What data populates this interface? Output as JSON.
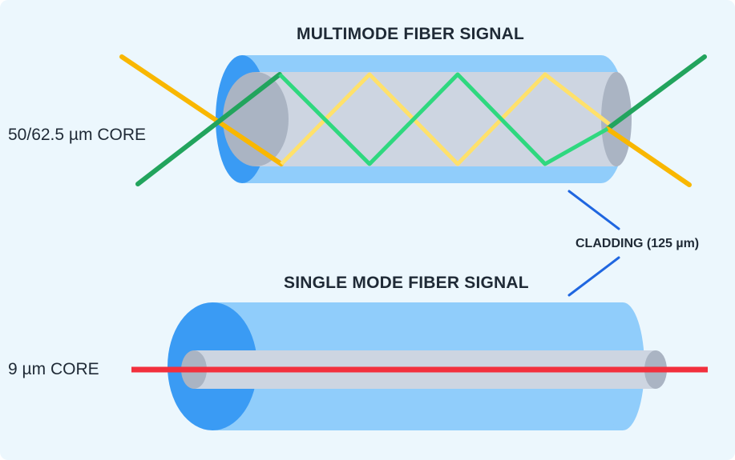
{
  "multimode": {
    "title": "MULTIMODE FIBER SIGNAL",
    "core_label": "50/62.5 µm CORE"
  },
  "singlemode": {
    "title": "SINGLE MODE FIBER SIGNAL",
    "core_label": "9 µm CORE"
  },
  "cladding_label": "CLADDING (125 µm)",
  "colors": {
    "background": "#ecf7fd",
    "cladding_fill": "#90cdfb",
    "cladding_end": "#3a9bf4",
    "core_fill": "#cdd5e1",
    "core_end": "#aab4c3",
    "ray_yellow": "#ffe16b",
    "ray_green": "#2fd87f",
    "ray_orange": "#f9b700",
    "ray_darkgreen": "#22a45d",
    "laser_red": "#f2303d",
    "pointer_blue": "#1f66e0"
  }
}
